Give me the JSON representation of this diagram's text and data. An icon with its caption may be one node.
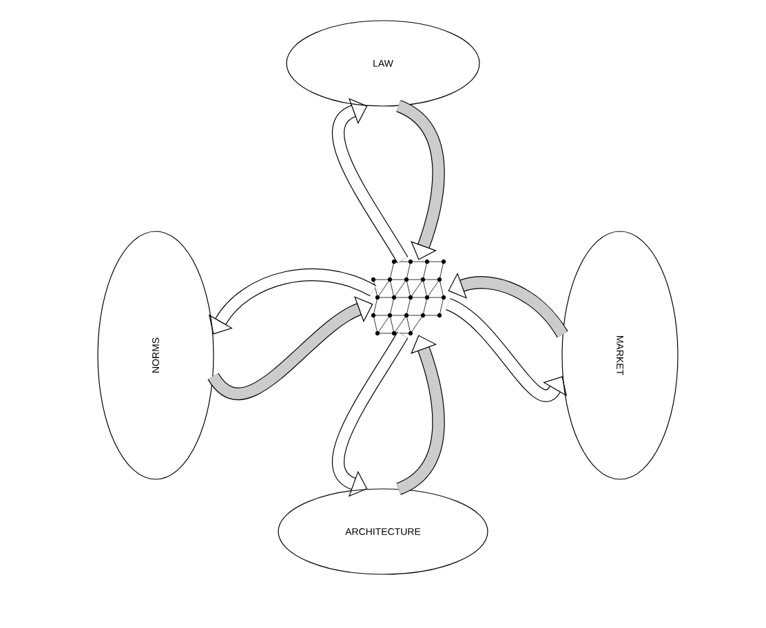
{
  "diagram": {
    "nodes": [
      {
        "text": [
          "LAW"
        ]
      },
      {
        "text": [
          "NORMS"
        ]
      },
      {
        "text": [
          "MARKET"
        ]
      },
      {
        "text": [
          "ARCHITECTURE"
        ]
      },
      {
        "text": [],
        "shape": "picture"
      }
    ],
    "edges": [
      {
        "from": 0,
        "to": 4,
        "arrow": "to"
      },
      {
        "from": 4,
        "to": 0,
        "arrow": "to"
      },
      {
        "from": 1,
        "to": 4,
        "arrow": "to"
      },
      {
        "from": 4,
        "to": 1,
        "arrow": "to"
      },
      {
        "from": 2,
        "to": 4,
        "arrow": "to"
      },
      {
        "from": 4,
        "to": 2,
        "arrow": "to"
      },
      {
        "from": 3,
        "to": 4,
        "arrow": "to"
      },
      {
        "from": 4,
        "to": 3,
        "arrow": "to"
      }
    ]
  }
}
